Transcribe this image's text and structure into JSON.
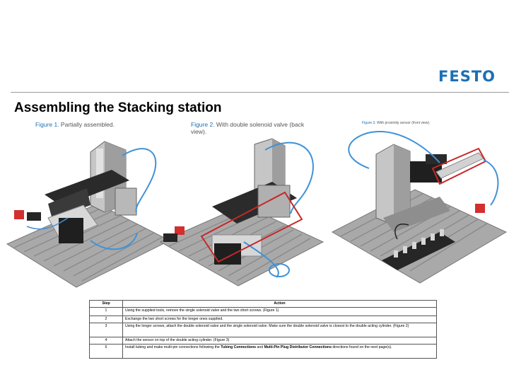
{
  "brand": {
    "logo_text": "FESTO",
    "color": "#1d6fb5"
  },
  "page": {
    "title": "Assembling the Stacking station"
  },
  "figures": [
    {
      "label": "Figure 1.",
      "caption": "Partially assembled."
    },
    {
      "label": "Figure 2.",
      "caption": "With double solenoid valve (back view)."
    },
    {
      "label": "Figure 3.",
      "caption": "With proximity sensor (front view)."
    }
  ],
  "table": {
    "headers": {
      "step": "Step",
      "action": "Action"
    },
    "rows": [
      {
        "step": "1",
        "action": "Using the supplied tools, remove the single solenoid valve and the two short screws. (Figure 1)"
      },
      {
        "step": "2",
        "action": "Exchange the two short screws for the longer ones supplied."
      },
      {
        "step": "3",
        "action": "Using the longer screws, attach the double solenoid valve and the single solenoid valve. Make sure the double solenoid valve is closest to the double acting cylinder. (Figure 2)"
      },
      {
        "step": "4",
        "action": "Attach the sensor on top of the double acting cylinder. (Figure 3)"
      },
      {
        "step": "5",
        "action_before": "Install tubing and make multi-pin connections following the ",
        "link1": "Tubing Connections",
        "action_mid": " and ",
        "link2": "Multi-Pin Plug Distributor Connections",
        "action_after": " directions found on the next page(s)."
      }
    ]
  }
}
